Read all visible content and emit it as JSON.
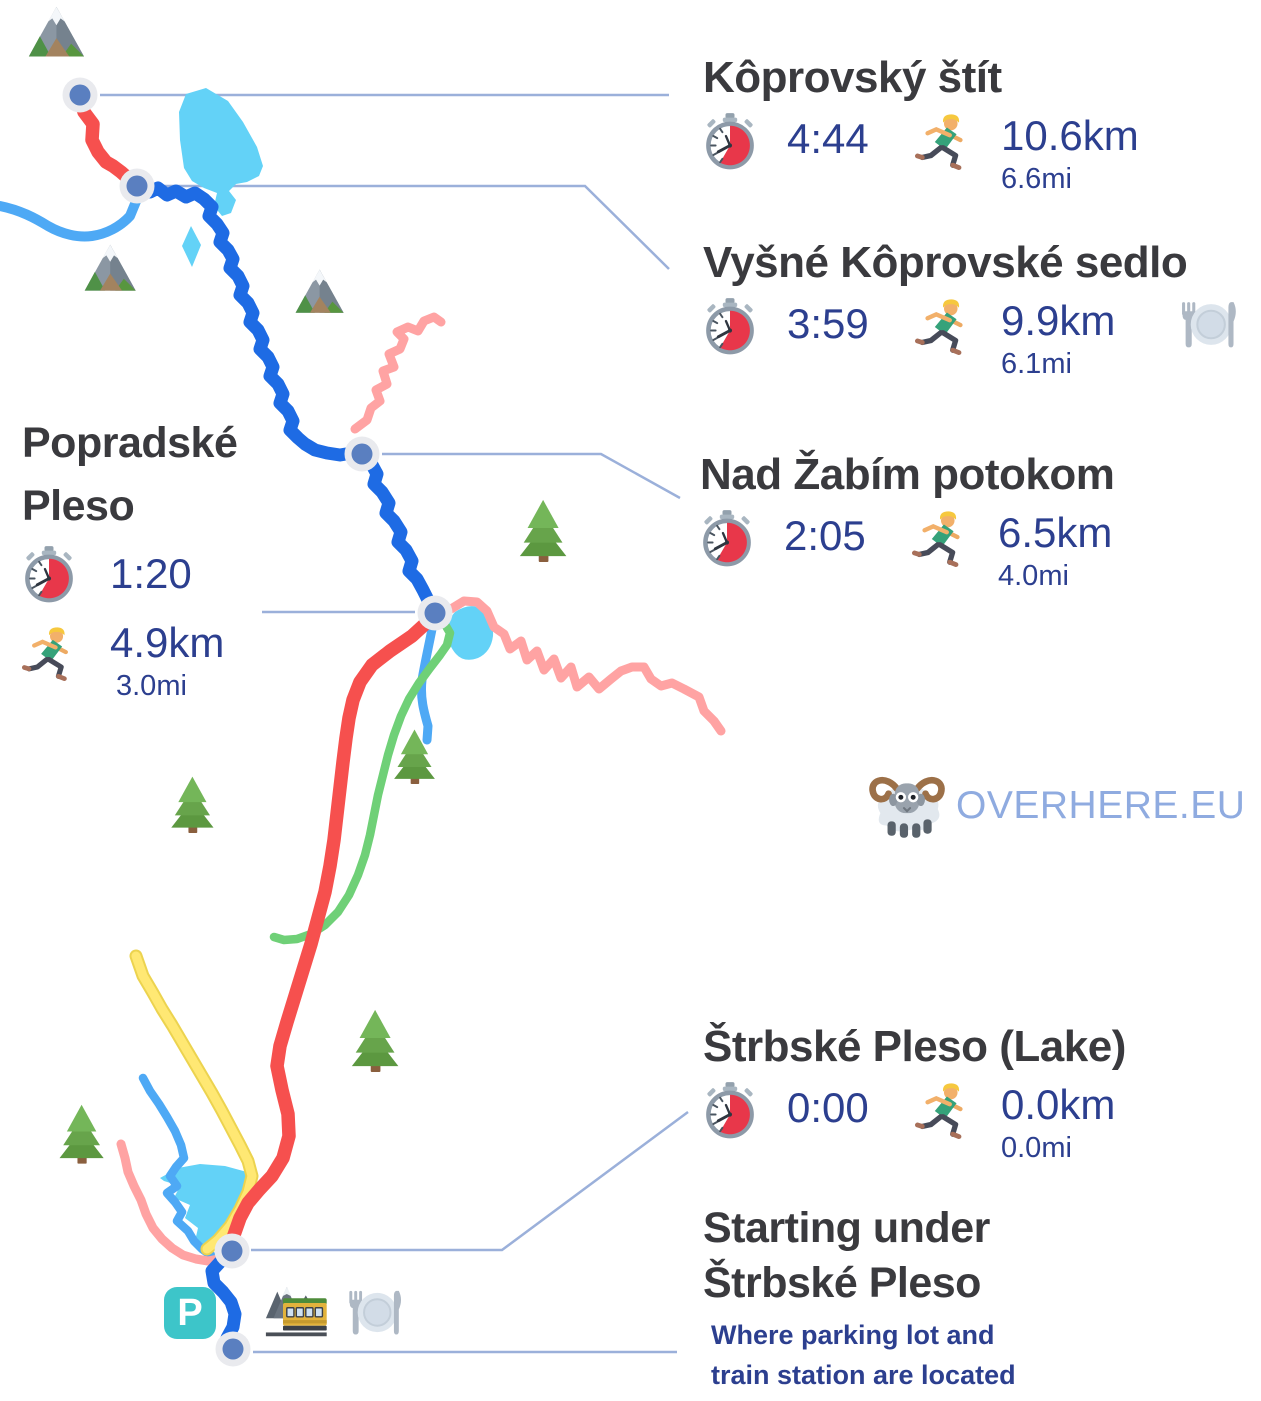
{
  "brand": {
    "text": "OVERHERE.EU"
  },
  "parking": {
    "label": "P"
  },
  "waypoints": [
    {
      "id": "koprovsky-stit",
      "title": "Kôprovský štít",
      "time": "4:44",
      "distance_km": "10.6km",
      "distance_mi": "6.6mi",
      "has_restaurant": false
    },
    {
      "id": "vysne-koprovske-sedlo",
      "title": "Vyšné Kôprovské sedlo",
      "time": "3:59",
      "distance_km": "9.9km",
      "distance_mi": "6.1mi",
      "has_restaurant": true
    },
    {
      "id": "nad-zabim-potokom",
      "title": "Nad Žabím potokom",
      "time": "2:05",
      "distance_km": "6.5km",
      "distance_mi": "4.0mi",
      "has_restaurant": false
    },
    {
      "id": "popradske-pleso",
      "title_line1": "Popradské",
      "title_line2": "Pleso",
      "time": "1:20",
      "distance_km": "4.9km",
      "distance_mi": "3.0mi",
      "has_restaurant": false
    },
    {
      "id": "strbske-pleso-lake",
      "title": "Štrbské Pleso (Lake)",
      "time": "0:00",
      "distance_km": "0.0km",
      "distance_mi": "0.0mi",
      "has_restaurant": false
    },
    {
      "id": "starting-under-strbske-pleso",
      "title_line1": "Starting under",
      "title_line2": "Štrbské Pleso",
      "subtitle_line1": "Where parking lot and",
      "subtitle_line2": "train station are located"
    }
  ],
  "icons": {
    "stopwatch": "stopwatch-icon",
    "runner": "runner-icon",
    "restaurant": "restaurant-icon",
    "tree": "tree-icon",
    "mountain": "mountain-icon",
    "train": "mountain-railway-icon",
    "ram": "ram-icon",
    "parking": "parking-icon",
    "waypoint": "waypoint-marker"
  },
  "colors": {
    "trail_red": "#f6504e",
    "trail_blue": "#1e6be4",
    "trail_green": "#6fd077",
    "trail_yellow": "#ffe470",
    "trail_pink": "#ffa3a3",
    "stream_blue": "#4ea9f5",
    "lake": "#63d2f7",
    "marker_inner": "#5a7fc0",
    "marker_ring": "#e9eaee",
    "leader_line": "#9bb0da",
    "title_text": "#3a3a3e",
    "value_text": "#2c3f8f",
    "brand_text": "#8fabe0",
    "parking_teal": "#3dc5c9"
  }
}
